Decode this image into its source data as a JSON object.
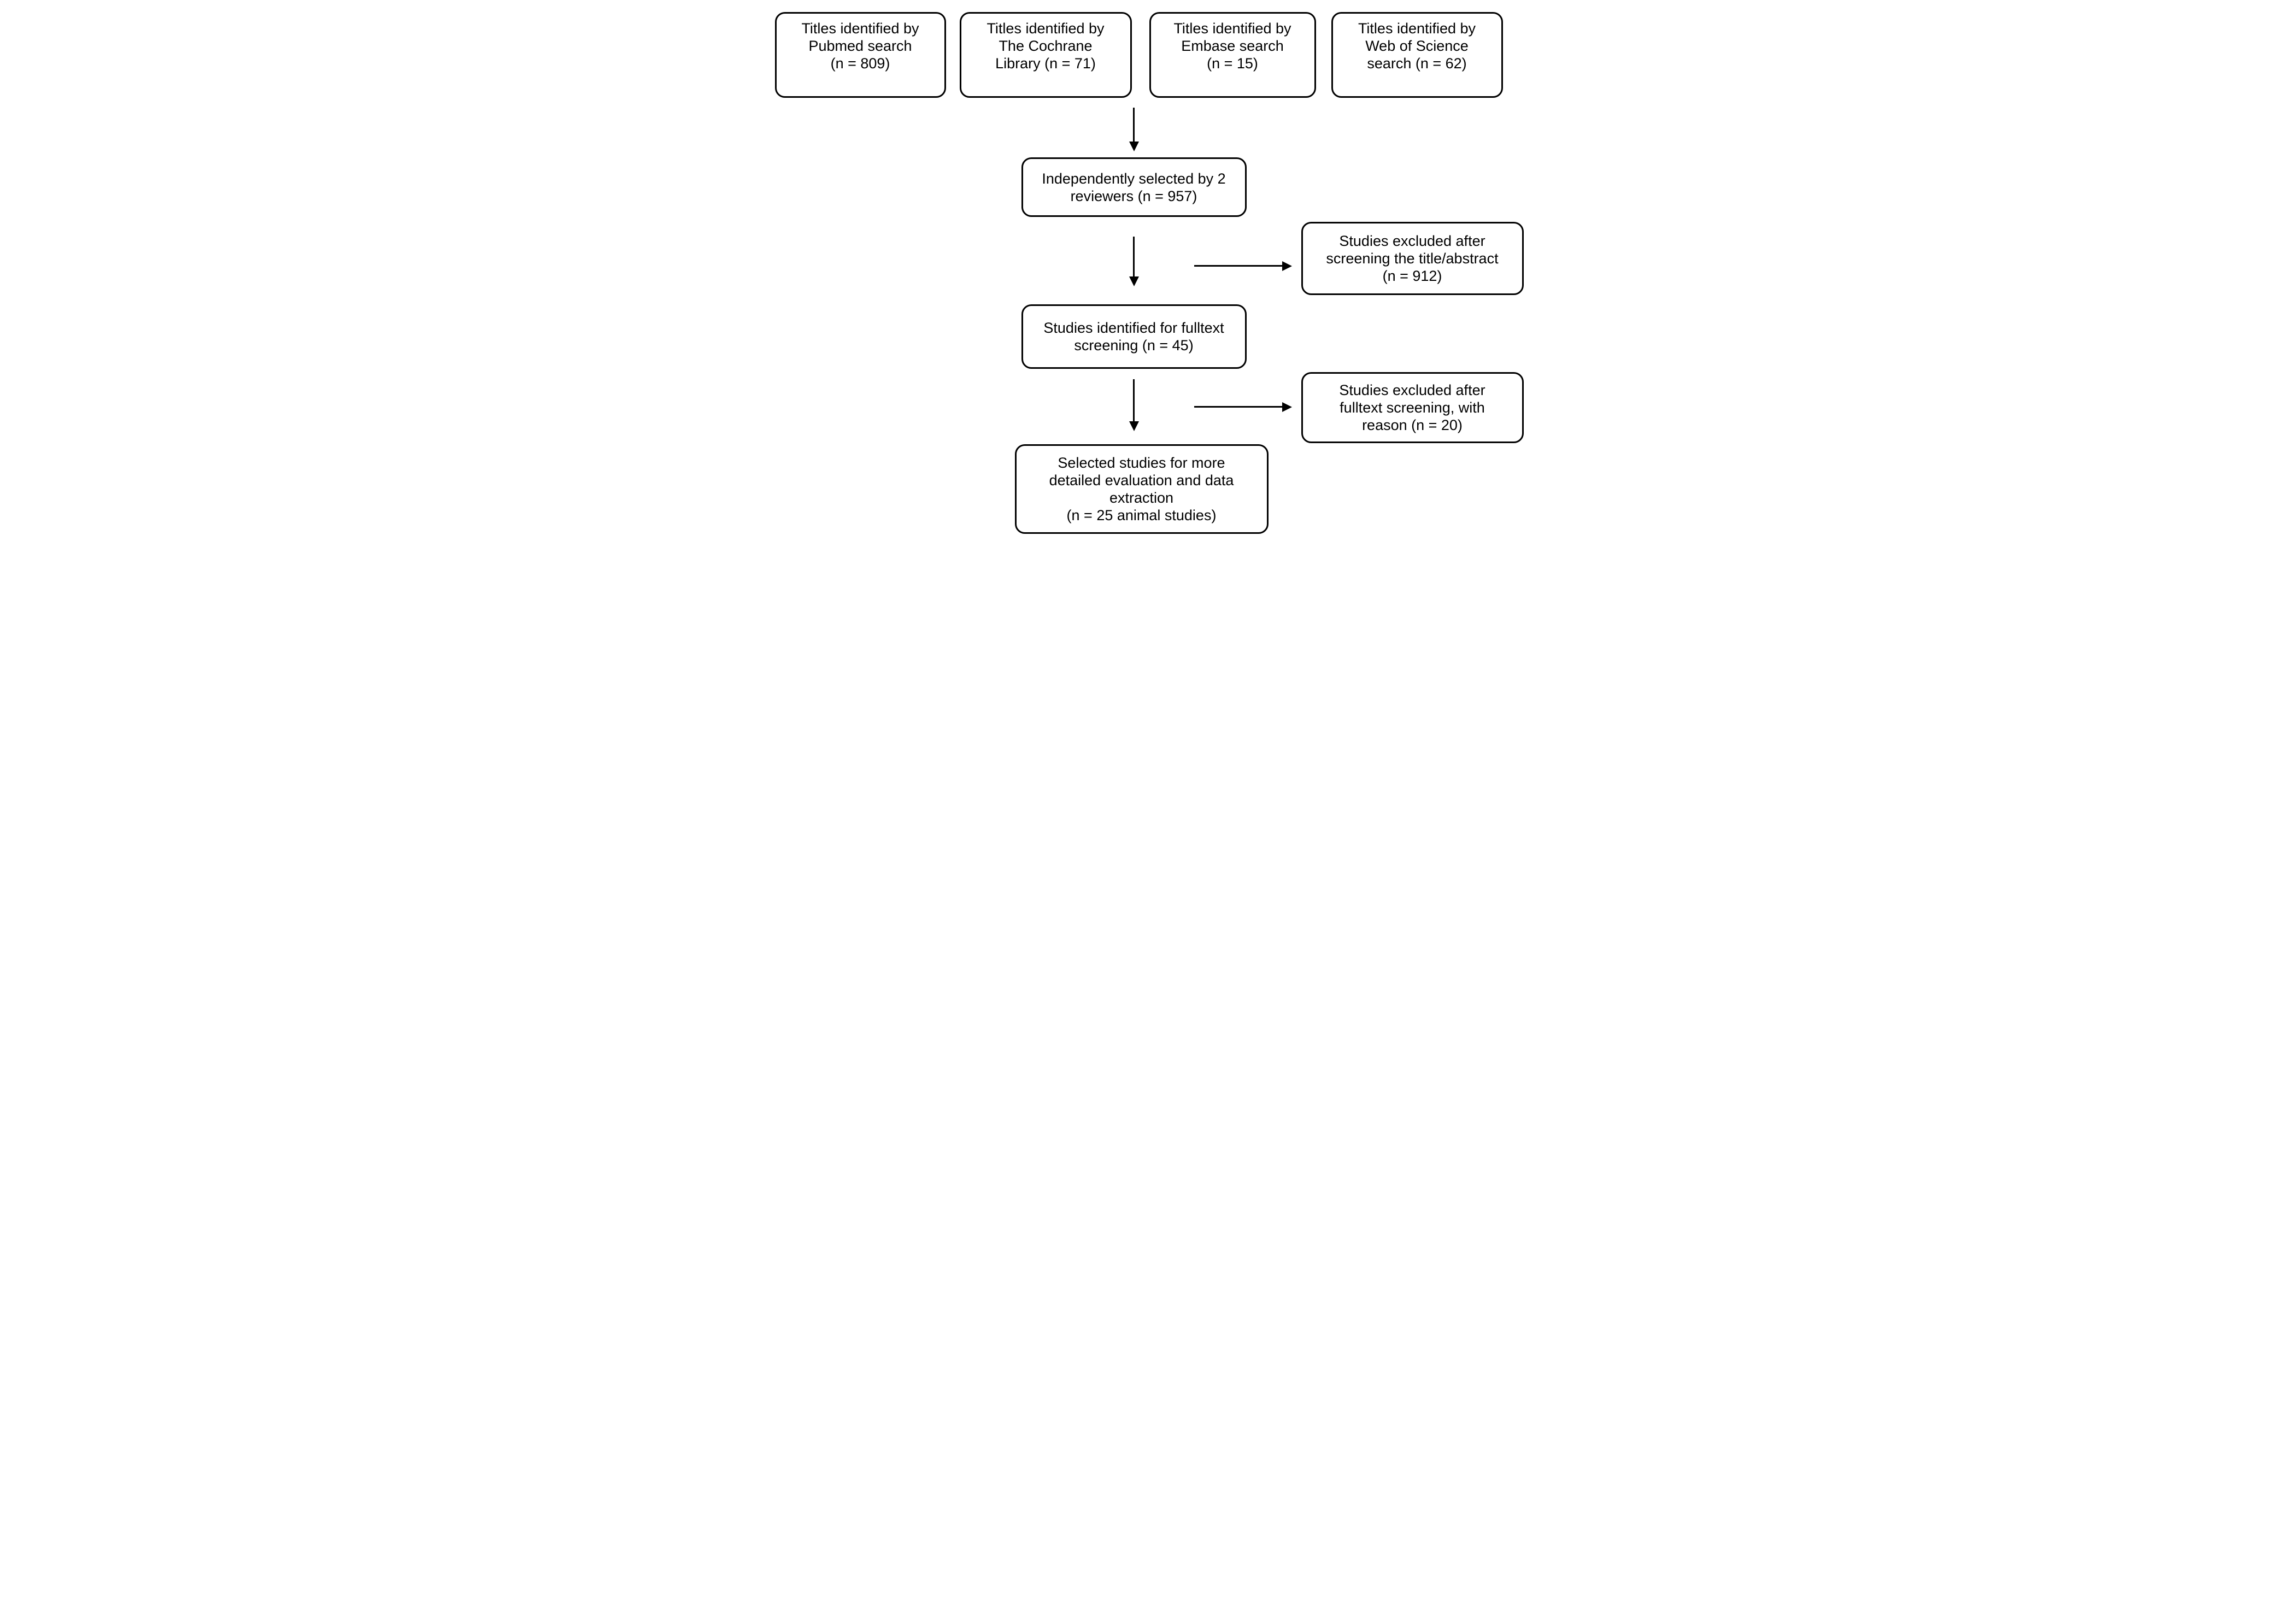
{
  "diagram": {
    "type": "study-selection-flowchart",
    "background_color": "#ffffff",
    "line_color": "#000000",
    "boxes": {
      "pubmed": {
        "text": "Titles identified by\nPubmed search\n(n = 809)"
      },
      "cochrane": {
        "text": "Titles identified by\nThe Cochrane\nLibrary (n = 71)"
      },
      "embase": {
        "text": "Titles identified by\nEmbase search\n(n = 15)"
      },
      "web_of_science": {
        "text": "Titles identified by\nWeb of Science\nsearch (n = 62)"
      },
      "independently_selected": {
        "text": "Independently selected by 2\nreviewers (n = 957)"
      },
      "excluded_title_abstract": {
        "text": "Studies excluded after\nscreening the title/abstract\n(n = 912)"
      },
      "fulltext_screening": {
        "text": "Studies identified for fulltext\nscreening (n = 45)"
      },
      "excluded_fulltext": {
        "text": "Studies excluded after\nfulltext screening, with\nreason (n = 20)"
      },
      "selected_final": {
        "text": "Selected studies for more\ndetailed evaluation and data\nextraction\n(n = 25 animal studies)"
      }
    },
    "counts": {
      "pubmed": 809,
      "cochrane_library": 71,
      "embase": 15,
      "web_of_science": 62,
      "independently_selected": 957,
      "excluded_after_title_abstract": 912,
      "fulltext_screening": 45,
      "excluded_after_fulltext": 20,
      "final_animal_studies": 25
    }
  }
}
